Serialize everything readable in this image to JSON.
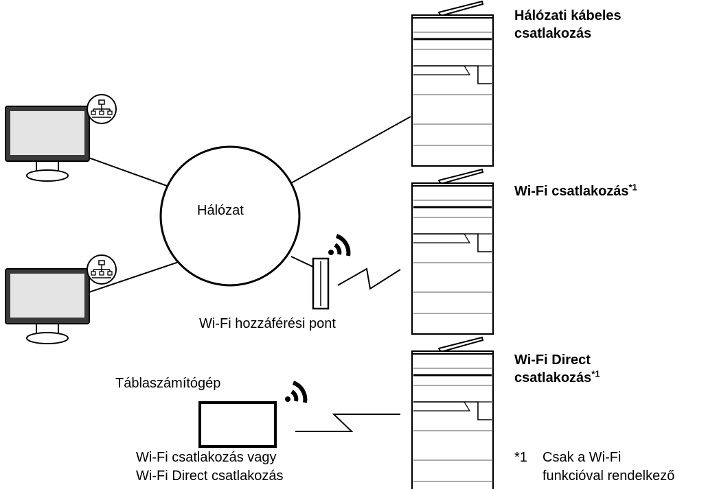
{
  "network_label": "Hálózat",
  "access_point_label": "Wi-Fi hozzáférési pont",
  "tablet_label": "Táblaszámítógép",
  "tablet_connection_line1": "Wi-Fi csatlakozás vagy",
  "tablet_connection_line2": "Wi-Fi Direct csatlakozás",
  "printers": [
    {
      "label_line1": "Hálózati kábeles",
      "label_line2": "csatlakozás",
      "footnote_marker": ""
    },
    {
      "label_line1": "Wi-Fi csatlakozás",
      "label_line2": "",
      "footnote_marker": "*1"
    },
    {
      "label_line1": "Wi-Fi Direct",
      "label_line2": "csatlakozás",
      "footnote_marker": "*1"
    }
  ],
  "footnote": {
    "marker": "*1",
    "line1": "Csak a Wi-Fi",
    "line2": "funkcióval rendelkező"
  },
  "icons": [
    "computer-icon",
    "network-icon",
    "printer-icon",
    "access-point-icon",
    "wifi-signal-icon",
    "tablet-icon"
  ]
}
